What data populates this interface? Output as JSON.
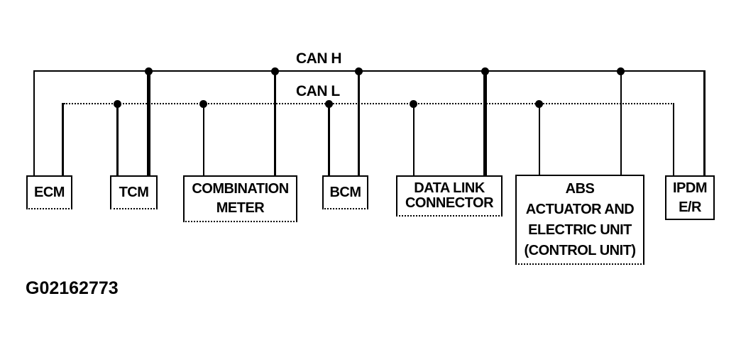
{
  "diagram": {
    "type": "can-bus-wiring-diagram",
    "figure_id": "G02162773",
    "colors": {
      "wire": "#000000",
      "background": "#ffffff"
    },
    "buses": [
      {
        "label": "CAN H",
        "style": "solid"
      },
      {
        "label": "CAN L",
        "style": "dotted"
      }
    ],
    "nodes": [
      {
        "id": "ecm",
        "lines": [
          "ECM"
        ],
        "buses": [
          "CAN H",
          "CAN L"
        ]
      },
      {
        "id": "tcm",
        "lines": [
          "TCM"
        ],
        "buses": [
          "CAN H",
          "CAN L"
        ]
      },
      {
        "id": "combination-meter",
        "lines": [
          "COMBINATION",
          "METER"
        ],
        "buses": [
          "CAN H",
          "CAN L"
        ]
      },
      {
        "id": "bcm",
        "lines": [
          "BCM"
        ],
        "buses": [
          "CAN H",
          "CAN L"
        ]
      },
      {
        "id": "data-link-connector",
        "lines": [
          "DATA LINK",
          "CONNECTOR"
        ],
        "buses": [
          "CAN H",
          "CAN L"
        ]
      },
      {
        "id": "abs-actuator",
        "lines": [
          "ABS",
          "ACTUATOR AND",
          "ELECTRIC UNIT",
          "(CONTROL UNIT)"
        ],
        "buses": [
          "CAN H",
          "CAN L"
        ]
      },
      {
        "id": "ipdm-er",
        "lines": [
          "IPDM",
          "E/R"
        ],
        "buses": [
          "CAN H",
          "CAN L"
        ]
      }
    ]
  }
}
